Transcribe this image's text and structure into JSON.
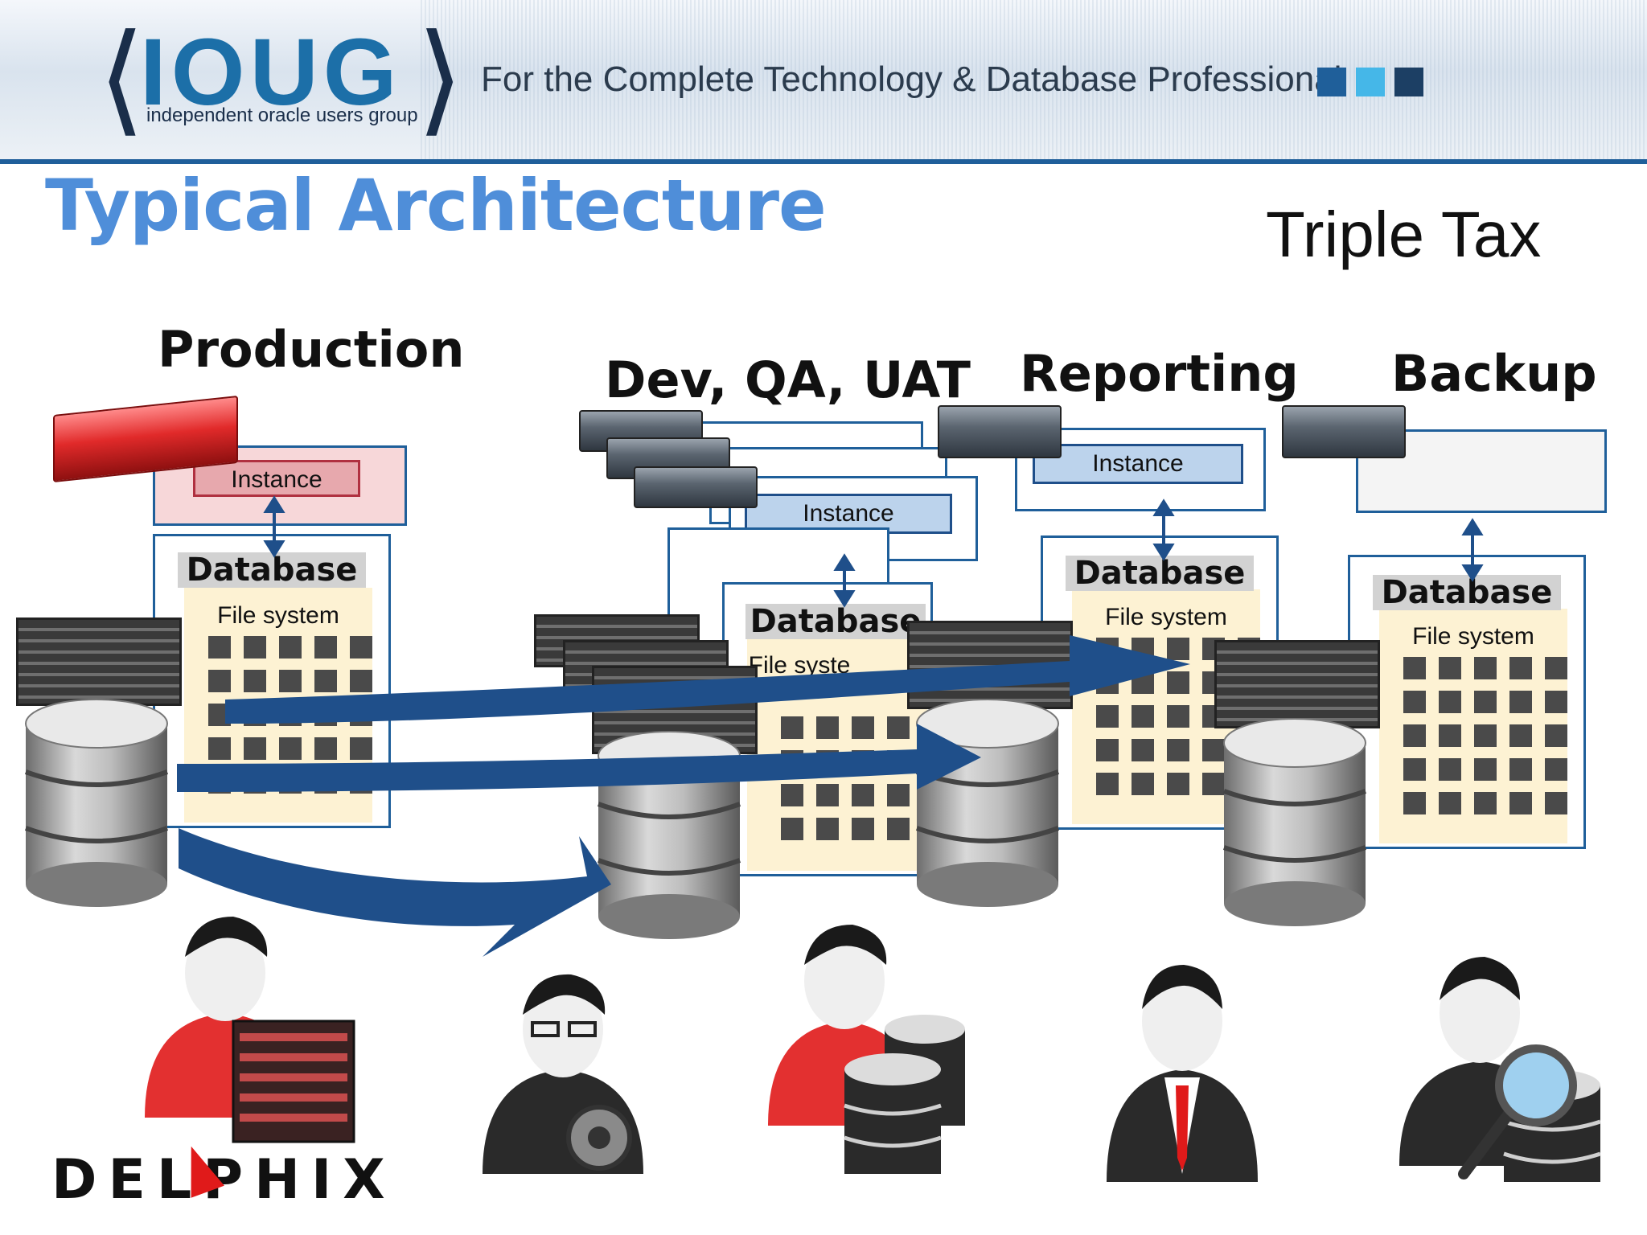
{
  "header": {
    "logo_text": "IOUG",
    "logo_subtitle": "independent oracle users group",
    "tagline": "For the Complete Technology & Database Professional",
    "accent_colors": [
      "#1f5f9a",
      "#45b7e8",
      "#1c3f64"
    ]
  },
  "slide": {
    "title": "Typical Architecture",
    "subtitle": "Triple Tax"
  },
  "environments": [
    {
      "label": "Production",
      "instance": "Instance",
      "database": "Database",
      "filesystem": "File system",
      "color": "#d9404a"
    },
    {
      "label": "Dev, QA, UAT",
      "instance": "Instance",
      "database": "Database",
      "filesystem": "File syste",
      "color": "#bcd3ec"
    },
    {
      "label": "Reporting",
      "instance": "Instance",
      "database": "Database",
      "filesystem": "File system",
      "color": "#bcd3ec"
    },
    {
      "label": "Backup",
      "instance": "",
      "database": "Database",
      "filesystem": "File system",
      "color": "#f2f2f2"
    }
  ],
  "icons": [
    "server-icon",
    "storage-rack-icon",
    "database-cylinder-icon",
    "copy-arrow-icon",
    "user-icon",
    "gear-icon",
    "magnifier-icon"
  ],
  "brand": {
    "name": "DELPHIX"
  },
  "colors": {
    "title": "#4f8ed9",
    "arrow": "#1f4f8a",
    "panel_border": "#1f5f9a",
    "filesystem_bg": "#fdf2d3"
  }
}
